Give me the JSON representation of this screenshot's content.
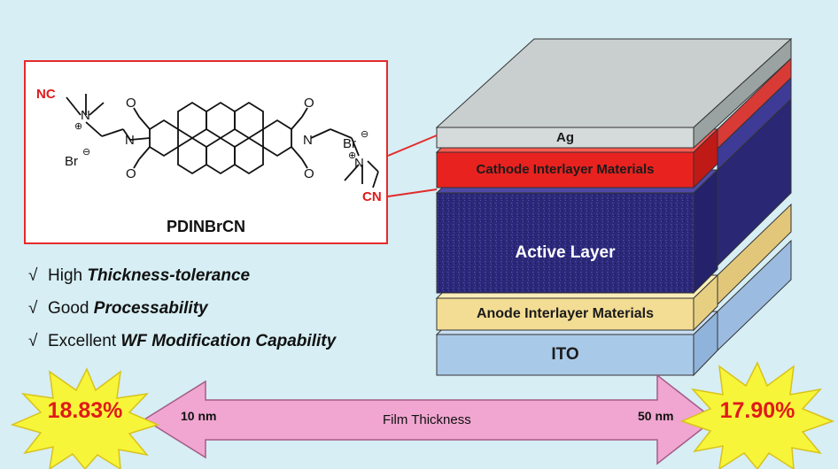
{
  "compound": {
    "name": "PDINBrCN",
    "atom_labels": {
      "cyano_left": "NC",
      "cyano_right": "CN",
      "bromide_left": "Br",
      "bromide_right": "Br",
      "nitrogen": "N",
      "oxygen": "O",
      "minus": "⊖",
      "plus": "⊕"
    }
  },
  "features": [
    {
      "check": "√",
      "prefix": "High ",
      "emph": "Thickness-tolerance"
    },
    {
      "check": "√",
      "prefix": "Good ",
      "emph": "Processability"
    },
    {
      "check": "√",
      "prefix": "Excellent ",
      "emph": "WF Modification Capability"
    }
  ],
  "device_layers": [
    {
      "label": "Ag",
      "color": "#c9cfcf"
    },
    {
      "label": "Cathode Interlayer Materials",
      "color": "#e8221f"
    },
    {
      "label": "Active Layer",
      "color": "#2d2a7a"
    },
    {
      "label": "Anode Interlayer Materials",
      "color": "#f3dd94"
    },
    {
      "label": "ITO",
      "color": "#a9c9e8"
    }
  ],
  "thickness_scale": {
    "label": "Film Thickness",
    "min_label": "10 nm",
    "max_label": "50 nm",
    "min_efficiency": "18.83%",
    "max_efficiency": "17.90%",
    "arrow_color": "#f0a6d0",
    "burst_color": "#f7f53a"
  }
}
